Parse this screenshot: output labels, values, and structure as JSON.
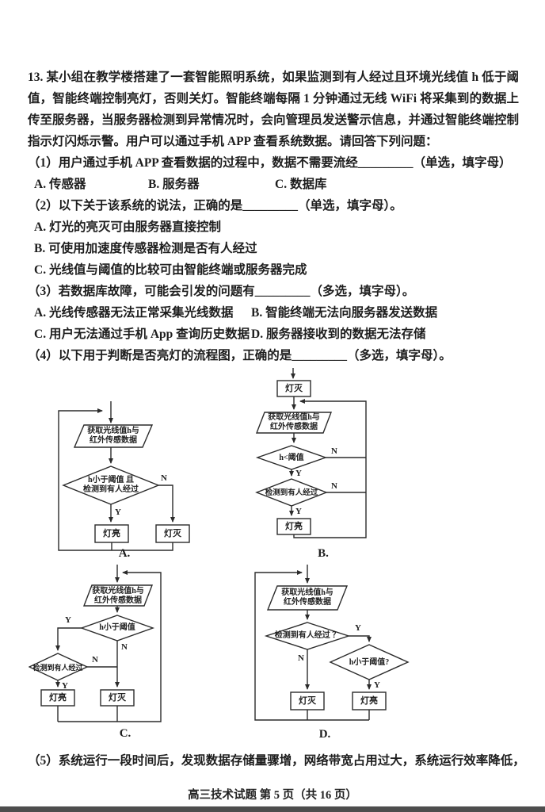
{
  "q": {
    "stem": "13. 某小组在教学楼搭建了一套智能照明系统，如果监测到有人经过且环境光线值 h 低于阈值，智能终端控制亮灯，否则关灯。智能终端每隔 1 分钟通过无线 WiFi 将采集到的数据上传至服务器，当服务器检测到异常情况时，会向管理员发送警示信息，并通过智能终端控制指示灯闪烁示警。用户可以通过手机 APP 查看系统数据。请回答下列问题："
  },
  "q1": {
    "prompt": "（1）用户通过手机 APP 查看数据的过程中，数据不需要流经_________（单选，填字母）",
    "options": [
      "A. 传感器",
      "B. 服务器",
      "C. 数据库"
    ]
  },
  "q2": {
    "prompt": "（2）以下关于该系统的说法，正确的是_________（单选，填字母）。",
    "options": [
      "A. 灯光的亮灭可由服务器直接控制",
      "B. 可使用加速度传感器检测是否有人经过",
      "C. 光线值与阈值的比较可由智能终端或服务器完成"
    ]
  },
  "q3": {
    "prompt": "（3）若数据库故障，可能会引发的问题有_________（多选，填字母）。",
    "options": [
      "A. 光线传感器无法正常采集光线数据",
      "B. 智能终端无法向服务器发送数据",
      "C. 用户无法通过手机 App 查询历史数据",
      "D. 服务器接收到的数据无法存储"
    ]
  },
  "q4": {
    "prompt": "（4）以下用于判断是否亮灯的流程图，正确的是_________（多选，填字母）。"
  },
  "q5": {
    "prompt": "（5）系统运行一段时间后，发现数据存储量骤增，网络带宽占用过大，系统运行效率降低，"
  },
  "footer": {
    "text": "高三技术试题 第 5 页（共 16 页）"
  },
  "fc": {
    "shared": {
      "input": "获取光线值h与\n红外传感数据",
      "lamp_on": "灯亮",
      "lamp_off": "灯灭",
      "yes": "Y",
      "no": "N"
    },
    "a": {
      "label": "A.",
      "decision": "h小于阈值 且\n检测到有人经过"
    },
    "b": {
      "label": "B.",
      "start": "灯灭",
      "d1": "h<阈值",
      "d2": "检测到有人经过"
    },
    "c": {
      "label": "C.",
      "d1": "h小于阈值",
      "d2": "检测到有人经过"
    },
    "d": {
      "label": "D.",
      "d1": "检测到有人经过 ？",
      "d2": "h小于阈值?"
    }
  }
}
